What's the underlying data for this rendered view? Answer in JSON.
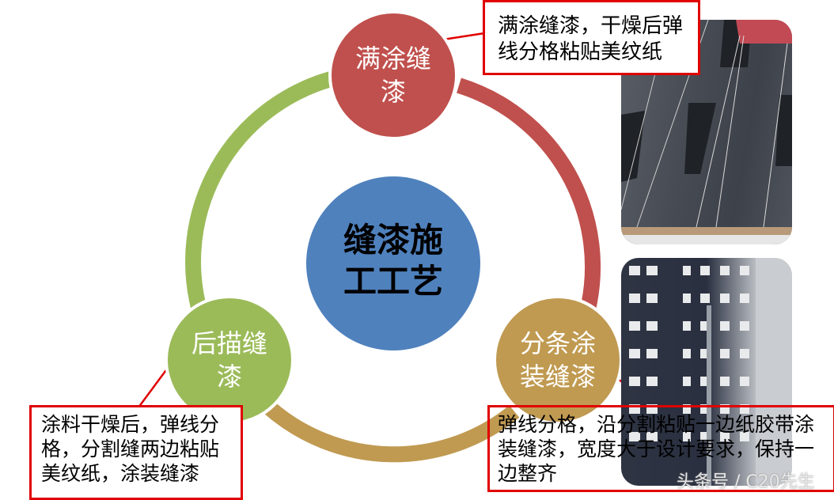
{
  "center": {
    "line1": "缝漆施",
    "line2": "工工艺",
    "color": "#4F81BD"
  },
  "nodes": [
    {
      "id": "top",
      "line1": "满涂缝",
      "line2": "漆",
      "color": "#C0504D"
    },
    {
      "id": "right",
      "line1": "分条涂",
      "line2": "装缝漆",
      "color": "#C09A51"
    },
    {
      "id": "left",
      "line1": "后描缝",
      "line2": "漆",
      "color": "#9BBB59"
    }
  ],
  "ring_segments": [
    {
      "from": "top",
      "to": "right",
      "color": "#C0504D"
    },
    {
      "from": "right",
      "to": "left",
      "color": "#C09A51"
    },
    {
      "from": "left",
      "to": "top",
      "color": "#9BBB59"
    }
  ],
  "callouts": {
    "top": "满涂缝漆，干燥后弹线分格粘贴美纹纸",
    "left": "涂料干燥后，弹线分格，分割缝两边粘贴美纹纸，涂装缝漆",
    "right": "弹线分格，沿分割粘贴一边纸胶带涂装缝漆，宽度大于设计要求，保持一边整齐",
    "border_color": "#E00000"
  },
  "photos": [
    {
      "id": "facade-dark-wall",
      "description": "dark grey building facade with suspended gondola"
    },
    {
      "id": "high-rise-building",
      "description": "dark high-rise residential tower"
    }
  ],
  "watermark": "头条号 / C20先生"
}
